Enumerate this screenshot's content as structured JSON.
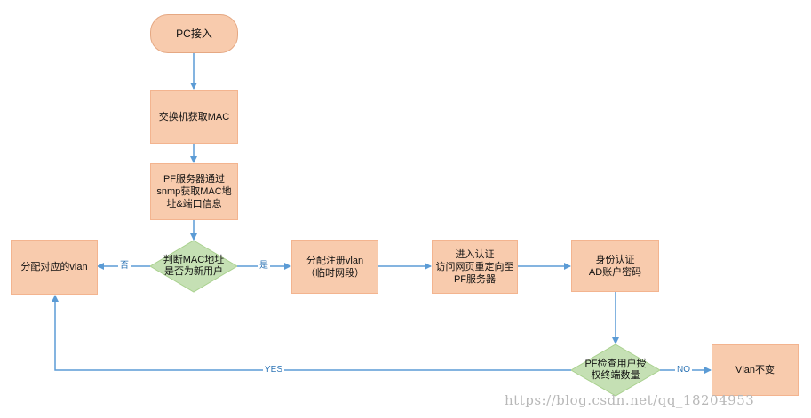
{
  "nodes": {
    "start": "PC接入",
    "get_mac": "交换机获取MAC",
    "snmp": "PF服务器通过\nsnmp获取MAC地\n址&端口信息",
    "decision_new_user": "判断MAC地址\n是否为新用户",
    "assign_vlan": "分配对应的vlan",
    "register_vlan": "分配注册vlan\n（临时网段）",
    "enter_auth": "进入认证\n访问网页重定向至\nPF服务器",
    "identity_auth": "身份认证\nAD账户密码",
    "decision_check": "PF检查用户授\n权终端数量",
    "vlan_unchanged": "Vlan不变"
  },
  "edge_labels": {
    "no": "否",
    "yes": "是",
    "yes_en": "YES",
    "no_en": "NO"
  },
  "colors": {
    "box_fill": "#f8cbad",
    "diamond_fill": "#c5e0b4",
    "arrow": "#5b9bd5"
  },
  "watermark": "https://blog.csdn.net/qq_18204953"
}
